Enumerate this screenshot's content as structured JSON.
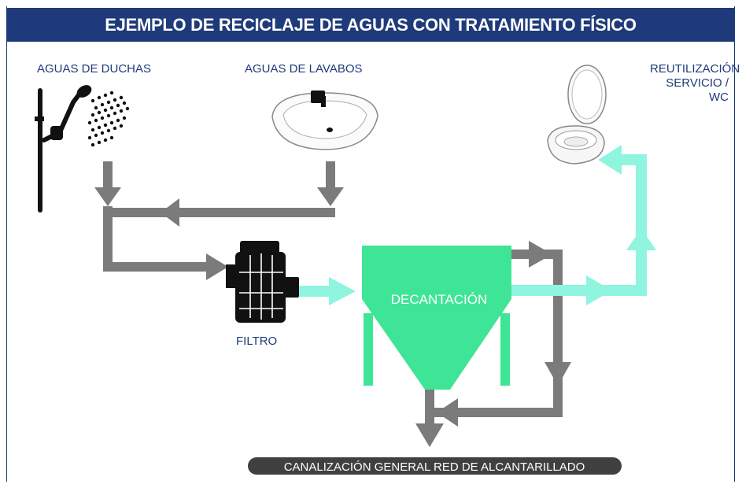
{
  "title": "EJEMPLO DE RECICLAJE DE AGUAS CON TRATAMIENTO FÍSICO",
  "labels": {
    "duchas": "AGUAS DE DUCHAS",
    "lavabos": "AGUAS DE LAVABOS",
    "reuse_line1": "REUTILIZACIÓN",
    "reuse_line2": "SERVICIO / WC",
    "filtro": "FILTRO",
    "decantacion": "DECANTACIÓN",
    "canalizacion": "CANALIZACIÓN GENERAL RED DE ALCANTARILLADO"
  },
  "colors": {
    "title_bg": "#1f3a7a",
    "grey_pipe": "#7b7b7b",
    "treated_pipe": "#8ff5df",
    "tank": "#3fe596",
    "sewer_bar": "#404040"
  },
  "icons": [
    "shower-icon",
    "sink-icon",
    "toilet-icon",
    "filter-icon"
  ]
}
